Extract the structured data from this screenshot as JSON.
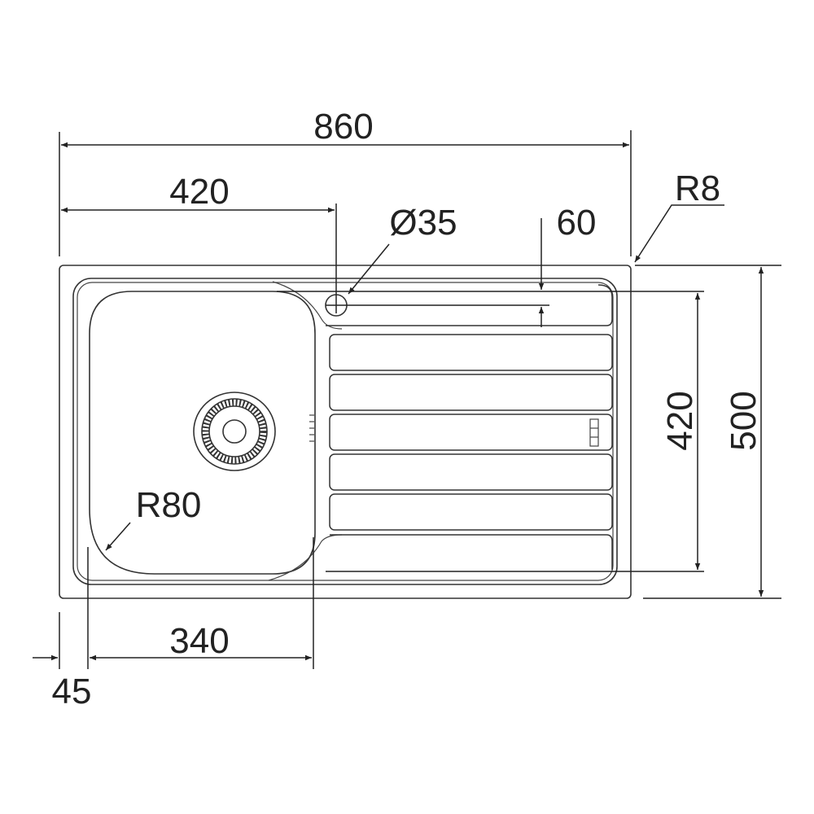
{
  "title": "Sink dimension drawing",
  "dimensions": {
    "overall_width": "860",
    "bowl_offset": "420",
    "tap_hole": "Ø35",
    "tap_offset": "60",
    "corner_radius": "R8",
    "inner_depth": "420",
    "overall_depth": "500",
    "bowl_radius": "R80",
    "bowl_width": "340",
    "edge_offset": "45"
  },
  "colors": {
    "line": "#333333",
    "background": "#ffffff"
  }
}
